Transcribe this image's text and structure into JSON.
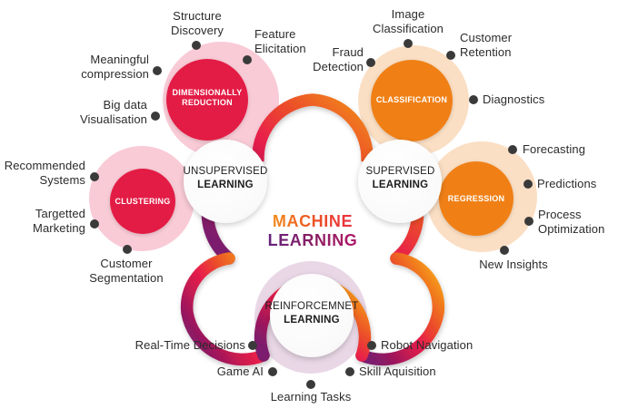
{
  "title": {
    "line1": "MACHINE",
    "line2": "LEARNING",
    "color1": "#ED5A22",
    "color2": "#8E1D62"
  },
  "palette": {
    "crimson": "#E8204A",
    "crimson_pale": "#F9CBD6",
    "magenta": "#C01A63",
    "purple": "#8E1D62",
    "orange": "#F18A1E",
    "orange_pale": "#FBDEC0",
    "lilac_pale": "#E8D6E4",
    "hub_white": "#F7F7F7",
    "dot": "#3A3A3A",
    "text": "#2b2b2b"
  },
  "chart_data": {
    "type": "diagram",
    "title": "MACHINE LEARNING",
    "layout": "three-lobed clover / trefoil ribbon with three hub circles",
    "branches": [
      {
        "hub": "UNSUPERVISED LEARNING",
        "accent": "#E8204A",
        "clusters": [
          {
            "name": "DIMENSIONALLY REDUCTION",
            "leaves": [
              "Structure Discovery",
              "Feature Elicitation",
              "Meaningful compression",
              "Big data Visualisation"
            ]
          },
          {
            "name": "CLUSTERING",
            "leaves": [
              "Recommended Systems",
              "Targetted Marketing",
              "Customer Segmentation"
            ]
          }
        ]
      },
      {
        "hub": "SUPERVISED LEARNING",
        "accent": "#F18A1E",
        "clusters": [
          {
            "name": "CLASSIFICATION",
            "leaves": [
              "Image Classification",
              "Customer Retention",
              "Fraud Detection",
              "Diagnostics"
            ]
          },
          {
            "name": "REGRESSION",
            "leaves": [
              "Forecasting",
              "Predictions",
              "Process Optimization",
              "New Insights"
            ]
          }
        ]
      },
      {
        "hub": "REINFORCEMNET LEARNING",
        "accent": "#C01A63",
        "clusters": [
          {
            "name": "",
            "leaves": [
              "Real-Time Decisions",
              "Robot Navigation",
              "Game AI",
              "Skill Aquisition",
              "Learning Tasks"
            ]
          }
        ]
      }
    ]
  },
  "hubs": {
    "unsupervised": {
      "line1": "UNSUPERVISED",
      "line2": "LEARNING"
    },
    "supervised": {
      "line1": "SUPERVISED",
      "line2": "LEARNING"
    },
    "reinforcement": {
      "line1": "REINFORCEMNET",
      "line2": "LEARNING"
    }
  },
  "pills": {
    "dimensionality": {
      "line1": "DIMENSIONALLY",
      "line2": "REDUCTION"
    },
    "clustering": {
      "line1": "CLUSTERING",
      "line2": ""
    },
    "classification": {
      "line1": "CLASSIFICATION",
      "line2": ""
    },
    "regression": {
      "line1": "REGRESSION",
      "line2": ""
    }
  },
  "leaves": {
    "structure_discovery": "Structure\nDiscovery",
    "feature_elicitation": "Feature\nElicitation",
    "meaningful_compression": "Meaningful\ncompression",
    "big_data_visualisation": "Big data\nVisualisation",
    "recommended_systems": "Recommended\nSystems",
    "targetted_marketing": "Targetted\nMarketing",
    "customer_segmentation": "Customer\nSegmentation",
    "image_classification": "Image\nClassification",
    "customer_retention": "Customer\nRetention",
    "fraud_detection": "Fraud\nDetection",
    "diagnostics": "Diagnostics",
    "forecasting": "Forecasting",
    "predictions": "Predictions",
    "process_optimization": "Process\nOptimization",
    "new_insights": "New Insights",
    "real_time_decisions": "Real-Time Decisions",
    "robot_navigation": "Robot Navigation",
    "game_ai": "Game AI",
    "skill_aquisition": "Skill Aquisition",
    "learning_tasks": "Learning Tasks"
  }
}
